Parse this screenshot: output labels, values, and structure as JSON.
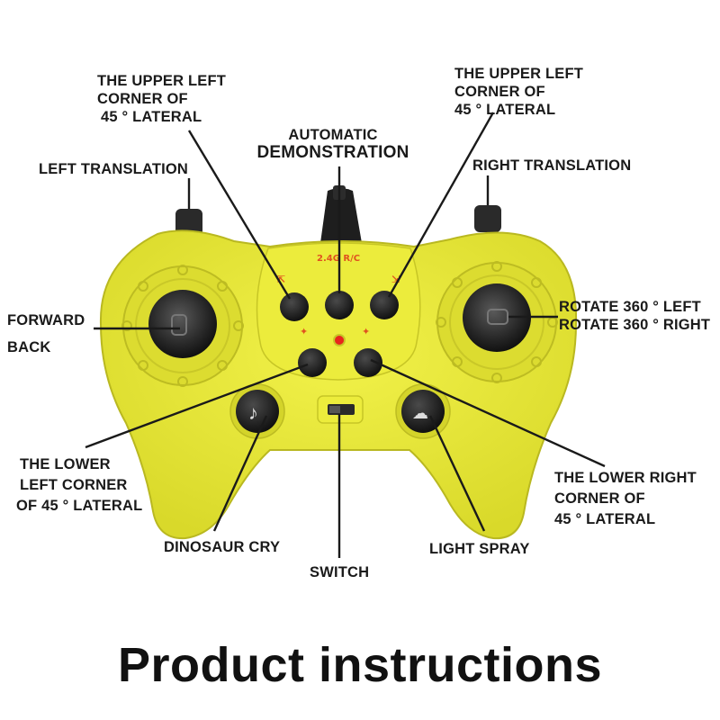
{
  "labels": {
    "upper_left_45": [
      "THE UPPER LEFT",
      "CORNER OF",
      "45 ° LATERAL"
    ],
    "upper_right_45": [
      "THE UPPER LEFT",
      "CORNER OF",
      "45 ° LATERAL"
    ],
    "automatic_demo": [
      "AUTOMATIC",
      "DEMONSTRATION"
    ],
    "left_translation": "LEFT TRANSLATION",
    "right_translation": "RIGHT TRANSLATION",
    "forward": "FORWARD",
    "back": "BACK",
    "rotate_left": "ROTATE 360 ° LEFT",
    "rotate_right": "ROTATE 360 ° RIGHT",
    "lower_left_45": [
      "THE LOWER",
      "LEFT CORNER",
      "OF 45 ° LATERAL"
    ],
    "lower_right_45": [
      "THE LOWER RIGHT",
      "CORNER OF",
      "45 ° LATERAL"
    ],
    "dinosaur_cry": "DINOSAUR CRY",
    "switch": "SWITCH",
    "light_spray": "LIGHT SPRAY"
  },
  "device_marking": "2.4G R/C",
  "title": "Product instructions",
  "colors": {
    "body": "#e6e634",
    "body_shadow": "#b9b820",
    "button": "#1c1c1c",
    "antenna": "#1e1e1e",
    "led": "#e8261c",
    "marking": "#e0521f",
    "leader_line": "#1a1a1a"
  }
}
